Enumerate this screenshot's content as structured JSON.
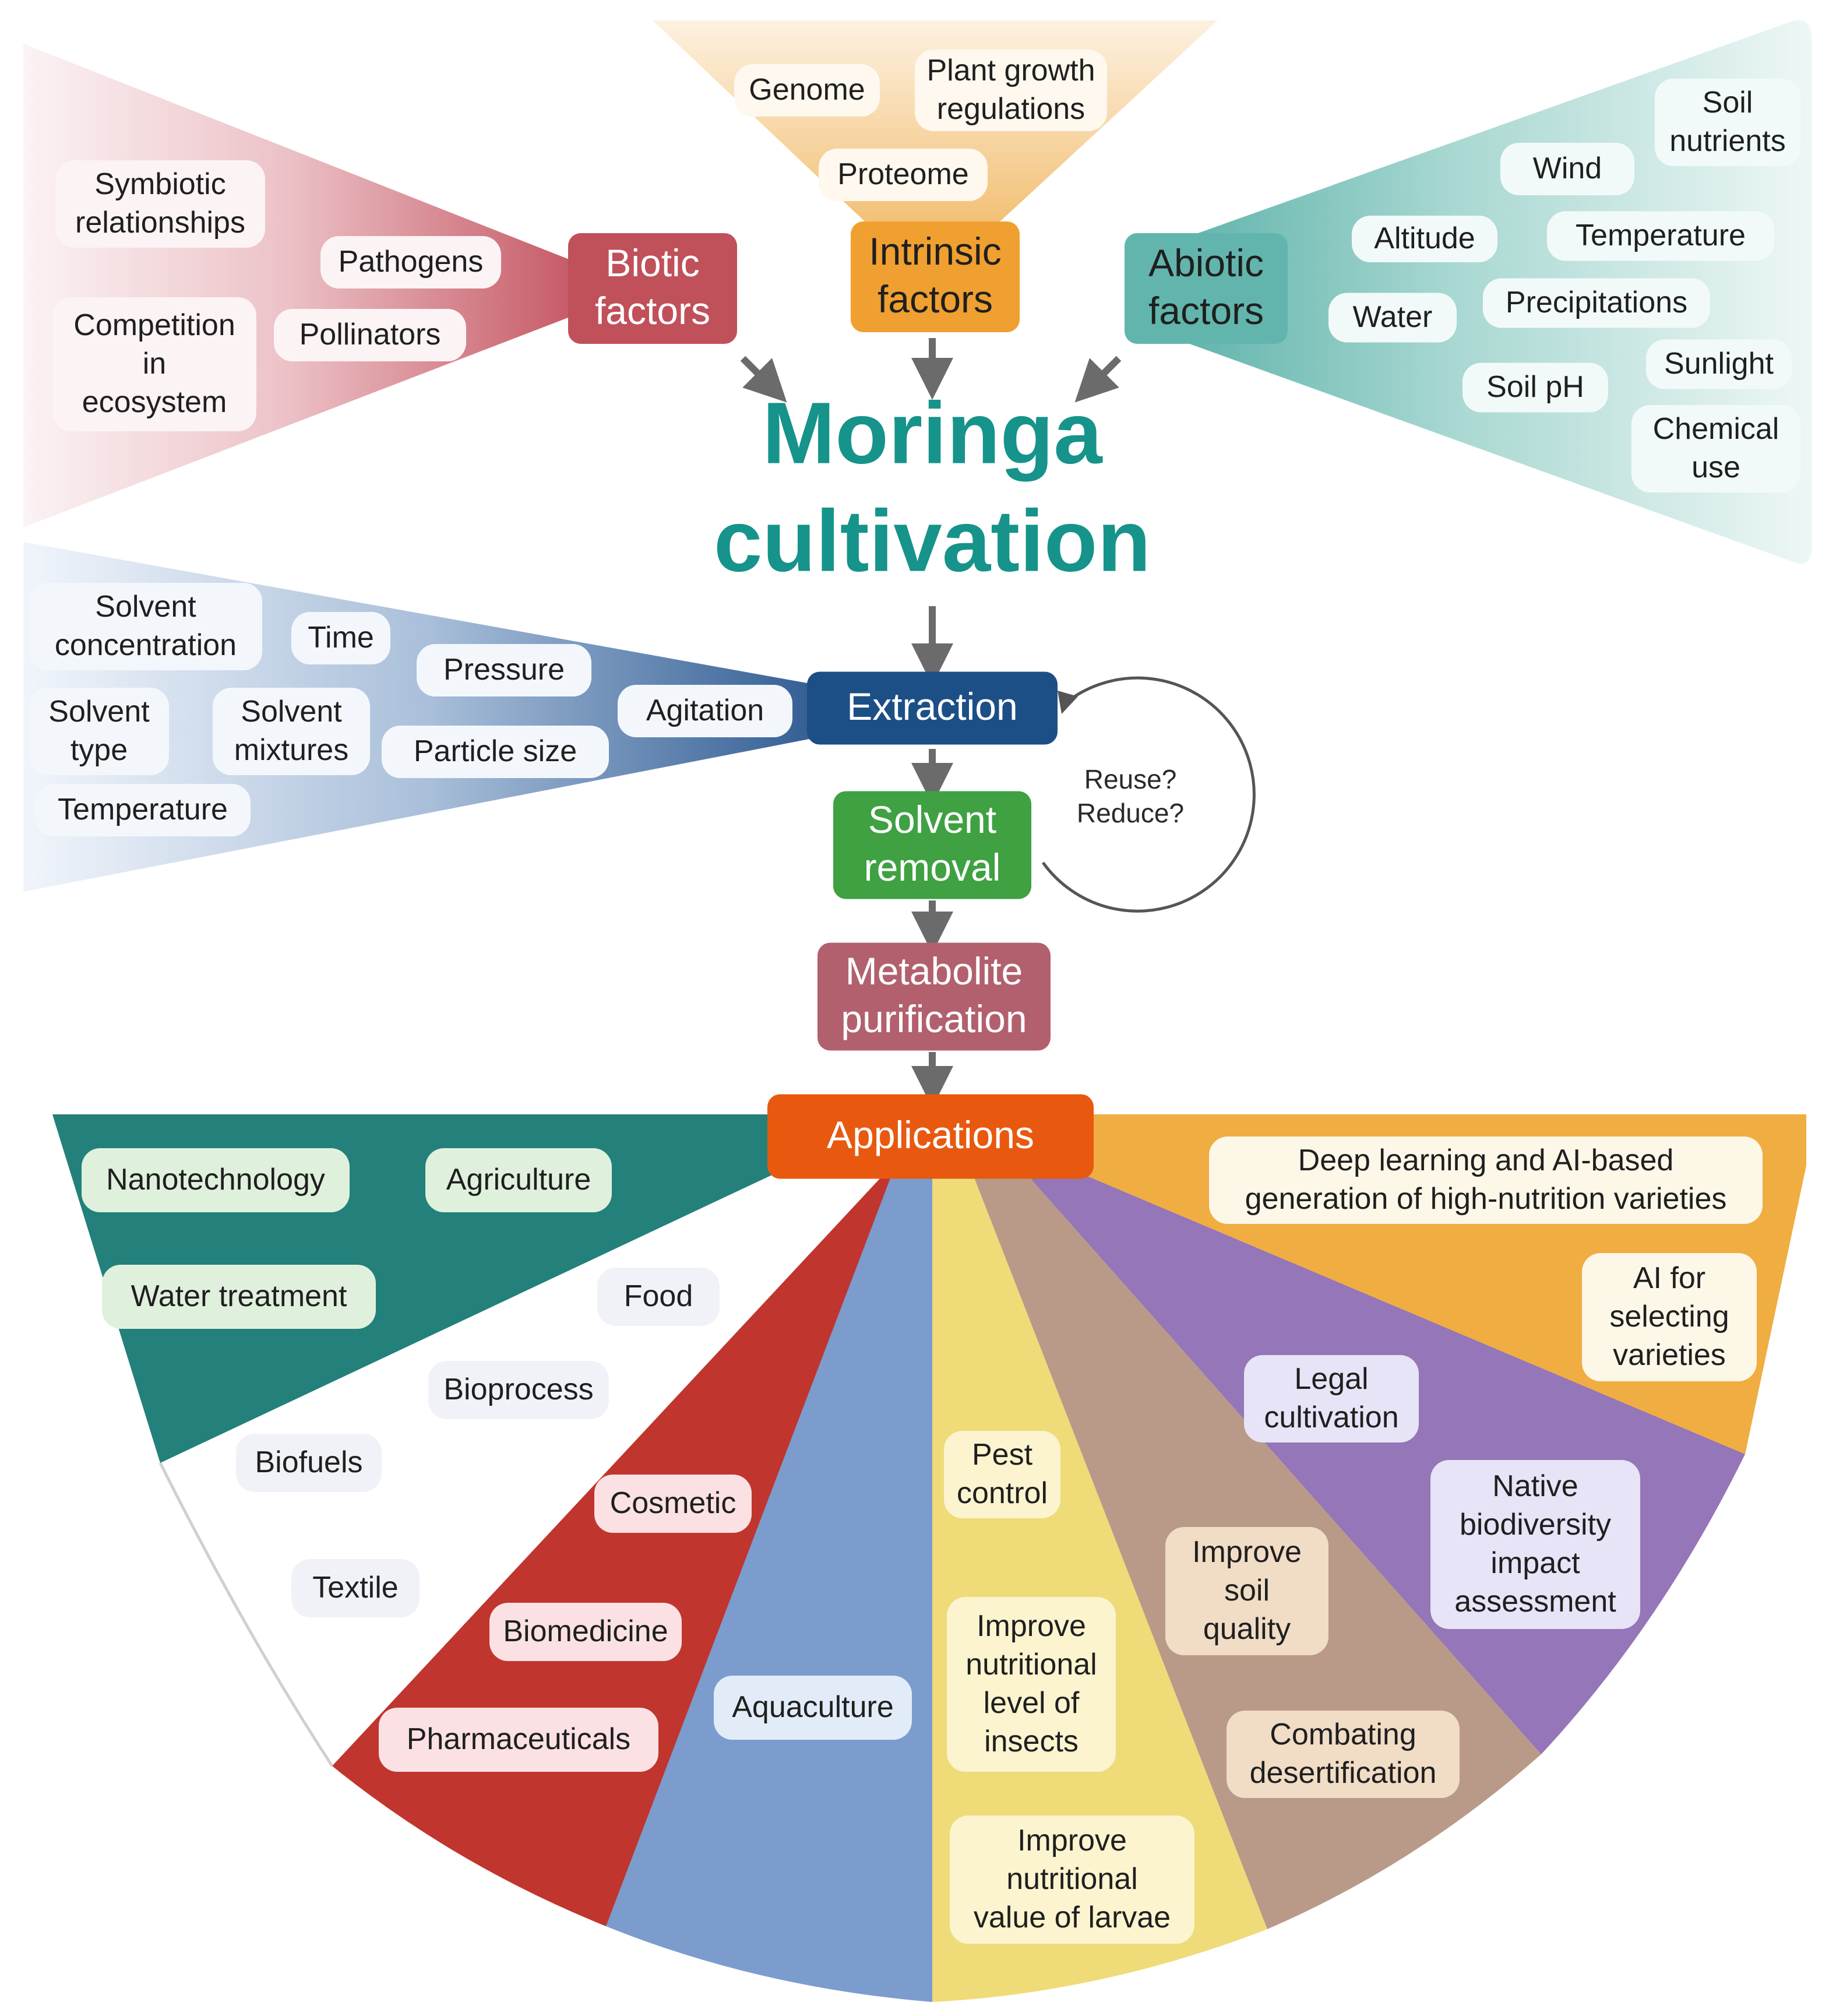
{
  "title": {
    "line1": "Moringa",
    "line2": "cultivation"
  },
  "factors": {
    "biotic": {
      "label": [
        "Biotic",
        "factors"
      ],
      "items": {
        "symbiotic": [
          "Symbiotic",
          "relationships"
        ],
        "pathogens": [
          "Pathogens"
        ],
        "competition": [
          "Competition",
          "in",
          "ecosystem"
        ],
        "pollinators": [
          "Pollinators"
        ]
      }
    },
    "intrinsic": {
      "label": [
        "Intrinsic",
        "factors"
      ],
      "items": {
        "genome": [
          "Genome"
        ],
        "plant_growth": [
          "Plant growth",
          "regulations"
        ],
        "proteome": [
          "Proteome"
        ]
      }
    },
    "abiotic": {
      "label": [
        "Abiotic",
        "factors"
      ],
      "items": {
        "soil_nutrients": [
          "Soil",
          "nutrients"
        ],
        "wind": [
          "Wind"
        ],
        "altitude": [
          "Altitude"
        ],
        "temperature": [
          "Temperature"
        ],
        "water": [
          "Water"
        ],
        "precipitations": [
          "Precipitations"
        ],
        "sunlight": [
          "Sunlight"
        ],
        "soil_ph": [
          "Soil pH"
        ],
        "chemical_use": [
          "Chemical",
          "use"
        ]
      }
    }
  },
  "extraction": {
    "label": [
      "Extraction"
    ],
    "items": {
      "solvent_concentration": [
        "Solvent",
        "concentration"
      ],
      "time": [
        "Time"
      ],
      "pressure": [
        "Pressure"
      ],
      "agitation": [
        "Agitation"
      ],
      "solvent_type": [
        "Solvent",
        "type"
      ],
      "solvent_mixtures": [
        "Solvent",
        "mixtures"
      ],
      "particle_size": [
        "Particle size"
      ],
      "temperature": [
        "Temperature"
      ]
    }
  },
  "steps": {
    "solvent_removal": [
      "Solvent",
      "removal"
    ],
    "metabolite_purification": [
      "Metabolite",
      "purification"
    ]
  },
  "recycle_note": [
    "Reuse?",
    "Reduce?"
  ],
  "applications": {
    "label": [
      "Applications"
    ],
    "teal": {
      "nanotechnology": [
        "Nanotechnology"
      ],
      "agriculture": [
        "Agriculture"
      ],
      "water_treatment": [
        "Water treatment"
      ]
    },
    "white": {
      "food": [
        "Food"
      ],
      "bioprocess": [
        "Bioprocess"
      ],
      "biofuels": [
        "Biofuels"
      ],
      "textile": [
        "Textile"
      ]
    },
    "red": {
      "cosmetic": [
        "Cosmetic"
      ],
      "biomedicine": [
        "Biomedicine"
      ],
      "pharmaceuticals": [
        "Pharmaceuticals"
      ]
    },
    "blue": {
      "aquaculture": [
        "Aquaculture"
      ]
    },
    "yellow": {
      "pest_control": [
        "Pest",
        "control"
      ],
      "insects": [
        "Improve",
        "nutritional",
        "level of",
        "insects"
      ],
      "larvae": [
        "Improve",
        "nutritional",
        "value of larvae"
      ]
    },
    "brown": {
      "soil_quality": [
        "Improve",
        "soil",
        "quality"
      ],
      "desertification": [
        "Combating",
        "desertification"
      ]
    },
    "purple": {
      "legal": [
        "Legal",
        "cultivation"
      ],
      "biodiversity": [
        "Native",
        "biodiversity",
        "impact",
        "assessment"
      ]
    },
    "orange": {
      "deep_learning": [
        "Deep learning and AI-based",
        "generation of high-nutrition varieties"
      ],
      "ai_selecting": [
        "AI for",
        "selecting",
        "varieties"
      ]
    }
  },
  "colors": {
    "biotic": "#c0505a",
    "intrinsic": "#f0a030",
    "abiotic": "#62b5ad",
    "extraction": "#1c4f86",
    "solvent_removal": "#3fa142",
    "metabolite": "#b2606e",
    "applications": "#e8590f",
    "teal": "#23807a",
    "red": "#c0352e",
    "blue": "#7b9ccd",
    "yellow": "#efdb78",
    "brown": "#b99a88",
    "purple": "#9576b8",
    "orange": "#f0ad42",
    "title": "#16938a"
  }
}
